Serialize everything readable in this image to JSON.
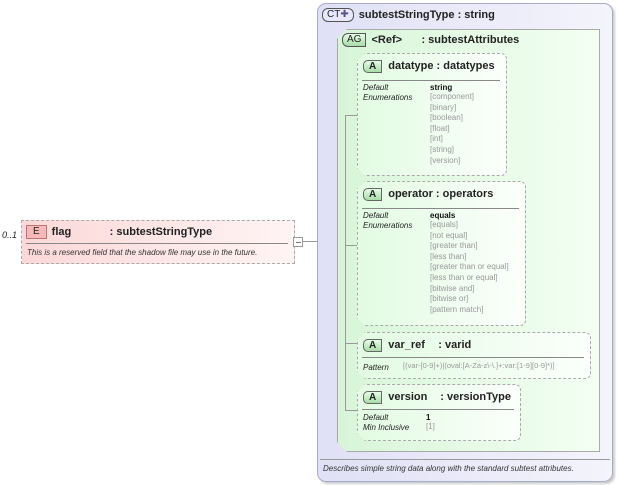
{
  "element": {
    "cardinality": "0..1",
    "badge": "E",
    "name": "flag",
    "type": ": subtestStringType",
    "doc": "This is a reserved field that the shadow file may use in the future."
  },
  "complex_type": {
    "badge": "CT",
    "name": "subtestStringType",
    "type": ": string",
    "doc": "Describes simple string data along with the standard subtest attributes."
  },
  "attribute_group": {
    "badge": "AG",
    "name": "<Ref>",
    "type": ": subtestAttributes"
  },
  "attributes": [
    {
      "badge": "A",
      "name": "datatype",
      "type": ": datatypes",
      "default_label": "Default",
      "default": "string",
      "enum_label": "Enumerations",
      "enums": [
        "[component]",
        "[binary]",
        "[boolean]",
        "[float]",
        "[int]",
        "[string]",
        "[version]"
      ]
    },
    {
      "badge": "A",
      "name": "operator",
      "type": ": operators",
      "default_label": "Default",
      "default": "equals",
      "enum_label": "Enumerations",
      "enums": [
        "[equals]",
        "[not equal]",
        "[greater than]",
        "[less than]",
        "[greater than or equal]",
        "[less than or equal]",
        "[bitwise and]",
        "[bitwise or]",
        "[pattern match]"
      ]
    },
    {
      "badge": "A",
      "name": "var_ref",
      "type": ": varid",
      "pattern_label": "Pattern",
      "pattern": "[(var-[0-9]+)|(oval:[A-Za-z\\-\\.]+:var:[1-9][0-9]*)]"
    },
    {
      "badge": "A",
      "name": "version",
      "type": ": versionType",
      "default_label": "Default",
      "default": "1",
      "min_label": "Min Inclusive",
      "min": "[1]"
    }
  ],
  "colors": {
    "element_bg": "#fde8e8",
    "ct_bg": "#e6e6f8",
    "ag_bg": "#e0f8e0"
  }
}
